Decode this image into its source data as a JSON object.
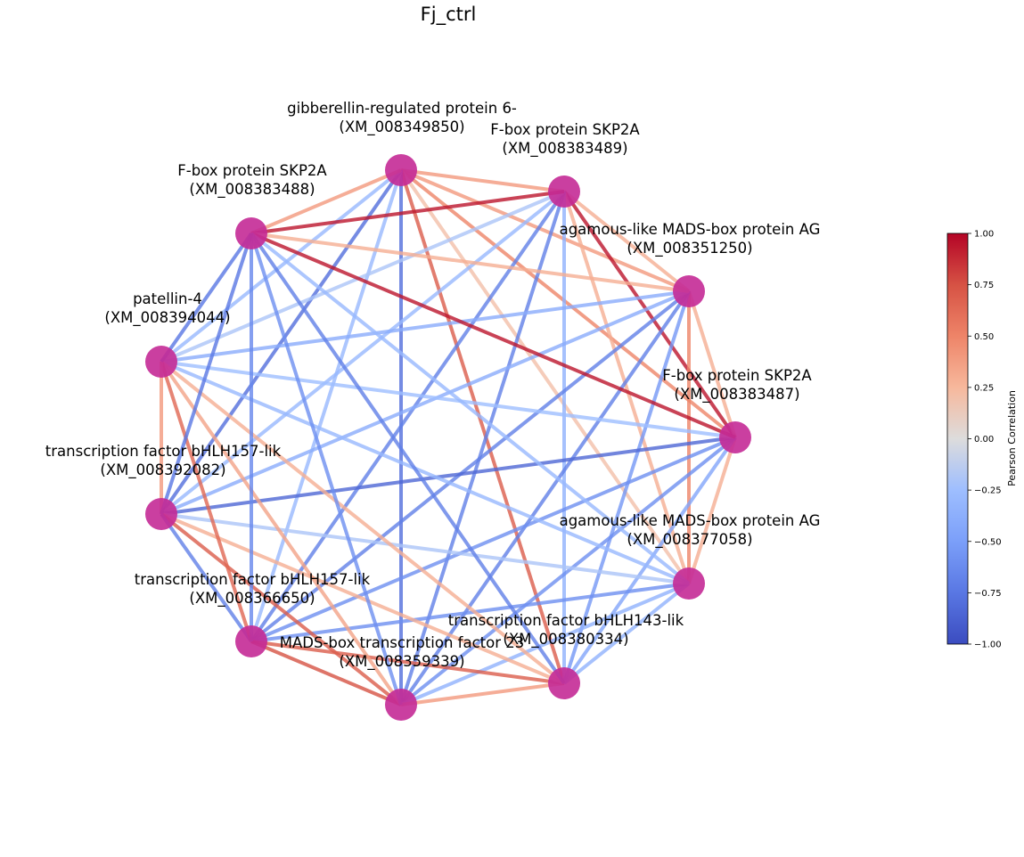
{
  "title": "Fj_ctrl",
  "nodes": [
    {
      "id": "n1",
      "name": "gibberellin-regulated protein 6-",
      "accession": "(XM_008349850)"
    },
    {
      "id": "n2",
      "name": "F-box protein SKP2A",
      "accession": "(XM_008383489)"
    },
    {
      "id": "n3",
      "name": "agamous-like MADS-box protein AG",
      "accession": "(XM_008351250)"
    },
    {
      "id": "n4",
      "name": "F-box protein SKP2A",
      "accession": "(XM_008383487)"
    },
    {
      "id": "n5",
      "name": "agamous-like MADS-box protein AG",
      "accession": "(XM_008377058)"
    },
    {
      "id": "n6",
      "name": "transcription factor bHLH143-lik",
      "accession": "(XM_008380334)"
    },
    {
      "id": "n7",
      "name": "MADS-box transcription factor 23",
      "accession": "(XM_008359339)"
    },
    {
      "id": "n8",
      "name": "transcription factor bHLH157-lik",
      "accession": "(XM_008366650)"
    },
    {
      "id": "n9",
      "name": "transcription factor bHLH157-lik",
      "accession": "(XM_008392082)"
    },
    {
      "id": "n10",
      "name": "patellin-4",
      "accession": "(XM_008394044)"
    },
    {
      "id": "n11",
      "name": "F-box protein SKP2A",
      "accession": "(XM_008383488)"
    }
  ],
  "edges": [
    {
      "source": "n1",
      "target": "n2",
      "r": 0.4
    },
    {
      "source": "n1",
      "target": "n3",
      "r": 0.4
    },
    {
      "source": "n1",
      "target": "n4",
      "r": 0.5
    },
    {
      "source": "n1",
      "target": "n5",
      "r": 0.2
    },
    {
      "source": "n1",
      "target": "n6",
      "r": 0.7
    },
    {
      "source": "n1",
      "target": "n7",
      "r": -0.8
    },
    {
      "source": "n1",
      "target": "n8",
      "r": -0.3
    },
    {
      "source": "n1",
      "target": "n9",
      "r": -0.8
    },
    {
      "source": "n1",
      "target": "n10",
      "r": -0.3
    },
    {
      "source": "n1",
      "target": "n11",
      "r": 0.4
    },
    {
      "source": "n2",
      "target": "n3",
      "r": 0.3
    },
    {
      "source": "n2",
      "target": "n4",
      "r": 0.95
    },
    {
      "source": "n2",
      "target": "n5",
      "r": 0.3
    },
    {
      "source": "n2",
      "target": "n6",
      "r": -0.35
    },
    {
      "source": "n2",
      "target": "n7",
      "r": -0.7
    },
    {
      "source": "n2",
      "target": "n8",
      "r": -0.7
    },
    {
      "source": "n2",
      "target": "n9",
      "r": -0.3
    },
    {
      "source": "n2",
      "target": "n10",
      "r": -0.2
    },
    {
      "source": "n2",
      "target": "n11",
      "r": 0.95
    },
    {
      "source": "n3",
      "target": "n4",
      "r": 0.3
    },
    {
      "source": "n3",
      "target": "n5",
      "r": 0.5
    },
    {
      "source": "n3",
      "target": "n6",
      "r": -0.55
    },
    {
      "source": "n3",
      "target": "n7",
      "r": -0.7
    },
    {
      "source": "n3",
      "target": "n8",
      "r": -0.7
    },
    {
      "source": "n3",
      "target": "n9",
      "r": -0.4
    },
    {
      "source": "n3",
      "target": "n10",
      "r": -0.4
    },
    {
      "source": "n3",
      "target": "n11",
      "r": 0.3
    },
    {
      "source": "n4",
      "target": "n5",
      "r": 0.3
    },
    {
      "source": "n4",
      "target": "n6",
      "r": -0.45
    },
    {
      "source": "n4",
      "target": "n7",
      "r": -0.6
    },
    {
      "source": "n4",
      "target": "n8",
      "r": -0.6
    },
    {
      "source": "n4",
      "target": "n9",
      "r": -0.85
    },
    {
      "source": "n4",
      "target": "n10",
      "r": -0.25
    },
    {
      "source": "n4",
      "target": "n11",
      "r": 0.95
    },
    {
      "source": "n5",
      "target": "n6",
      "r": -0.35
    },
    {
      "source": "n5",
      "target": "n7",
      "r": -0.35
    },
    {
      "source": "n5",
      "target": "n8",
      "r": -0.6
    },
    {
      "source": "n5",
      "target": "n9",
      "r": -0.2
    },
    {
      "source": "n5",
      "target": "n10",
      "r": -0.3
    },
    {
      "source": "n5",
      "target": "n11",
      "r": -0.3
    },
    {
      "source": "n6",
      "target": "n7",
      "r": 0.4
    },
    {
      "source": "n6",
      "target": "n8",
      "r": 0.7
    },
    {
      "source": "n6",
      "target": "n9",
      "r": 0.3
    },
    {
      "source": "n6",
      "target": "n10",
      "r": 0.3
    },
    {
      "source": "n6",
      "target": "n11",
      "r": -0.7
    },
    {
      "source": "n7",
      "target": "n8",
      "r": 0.75
    },
    {
      "source": "n7",
      "target": "n9",
      "r": 0.7
    },
    {
      "source": "n7",
      "target": "n10",
      "r": 0.35
    },
    {
      "source": "n7",
      "target": "n11",
      "r": -0.6
    },
    {
      "source": "n8",
      "target": "n9",
      "r": -0.7
    },
    {
      "source": "n8",
      "target": "n10",
      "r": 0.65
    },
    {
      "source": "n8",
      "target": "n11",
      "r": -0.65
    },
    {
      "source": "n9",
      "target": "n10",
      "r": 0.4
    },
    {
      "source": "n9",
      "target": "n11",
      "r": -0.75
    },
    {
      "source": "n10",
      "target": "n11",
      "r": -0.75
    }
  ],
  "colorbar": {
    "label": "Pearson Correlation",
    "min": -1.0,
    "max": 1.0,
    "colormap": "coolwarm",
    "ticks": [
      "1.00",
      "0.75",
      "0.50",
      "0.25",
      "0.00",
      "−0.25",
      "−0.50",
      "−0.75",
      "−1.00"
    ]
  },
  "colors": {
    "node_fill": "#c42a96",
    "cmap_low": "#3b4cc0",
    "cmap_mid": "#dddcdc",
    "cmap_high": "#b40426"
  }
}
